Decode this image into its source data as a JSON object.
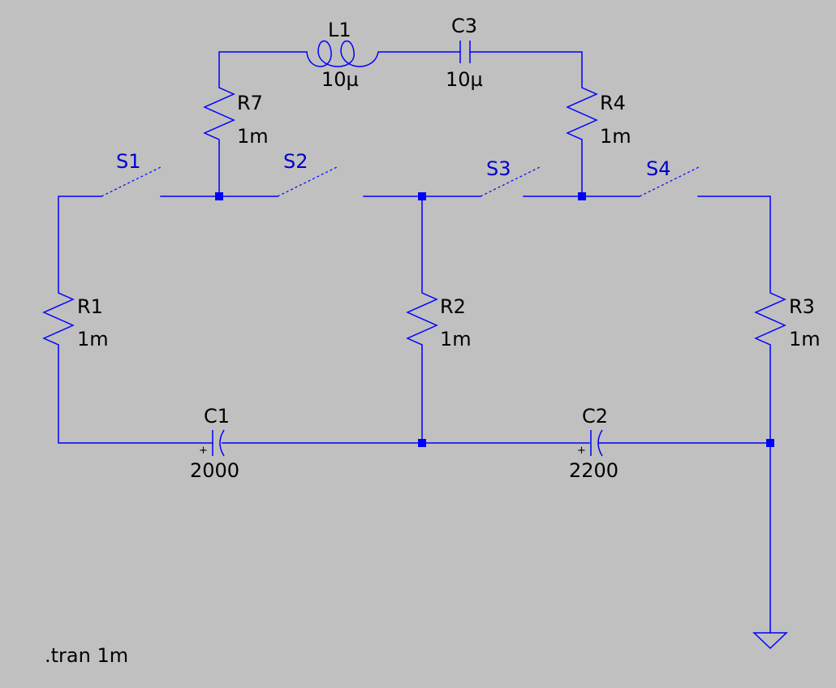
{
  "components": {
    "R1": {
      "name": "R1",
      "value": "1m"
    },
    "R2": {
      "name": "R2",
      "value": "1m"
    },
    "R3": {
      "name": "R3",
      "value": "1m"
    },
    "R4": {
      "name": "R4",
      "value": "1m"
    },
    "R7": {
      "name": "R7",
      "value": "1m"
    },
    "L1": {
      "name": "L1",
      "value": "10µ"
    },
    "C1": {
      "name": "C1",
      "value": "2000",
      "polarity": "+"
    },
    "C2": {
      "name": "C2",
      "value": "2200",
      "polarity": "+"
    },
    "C3": {
      "name": "C3",
      "value": "10µ"
    }
  },
  "switches": {
    "S1": "S1",
    "S2": "S2",
    "S3": "S3",
    "S4": "S4"
  },
  "directive": ".tran 1m",
  "colors": {
    "wire": "#0000ff",
    "background": "#c0c0c0",
    "switch_label": "#0000cd",
    "text": "#000000"
  }
}
